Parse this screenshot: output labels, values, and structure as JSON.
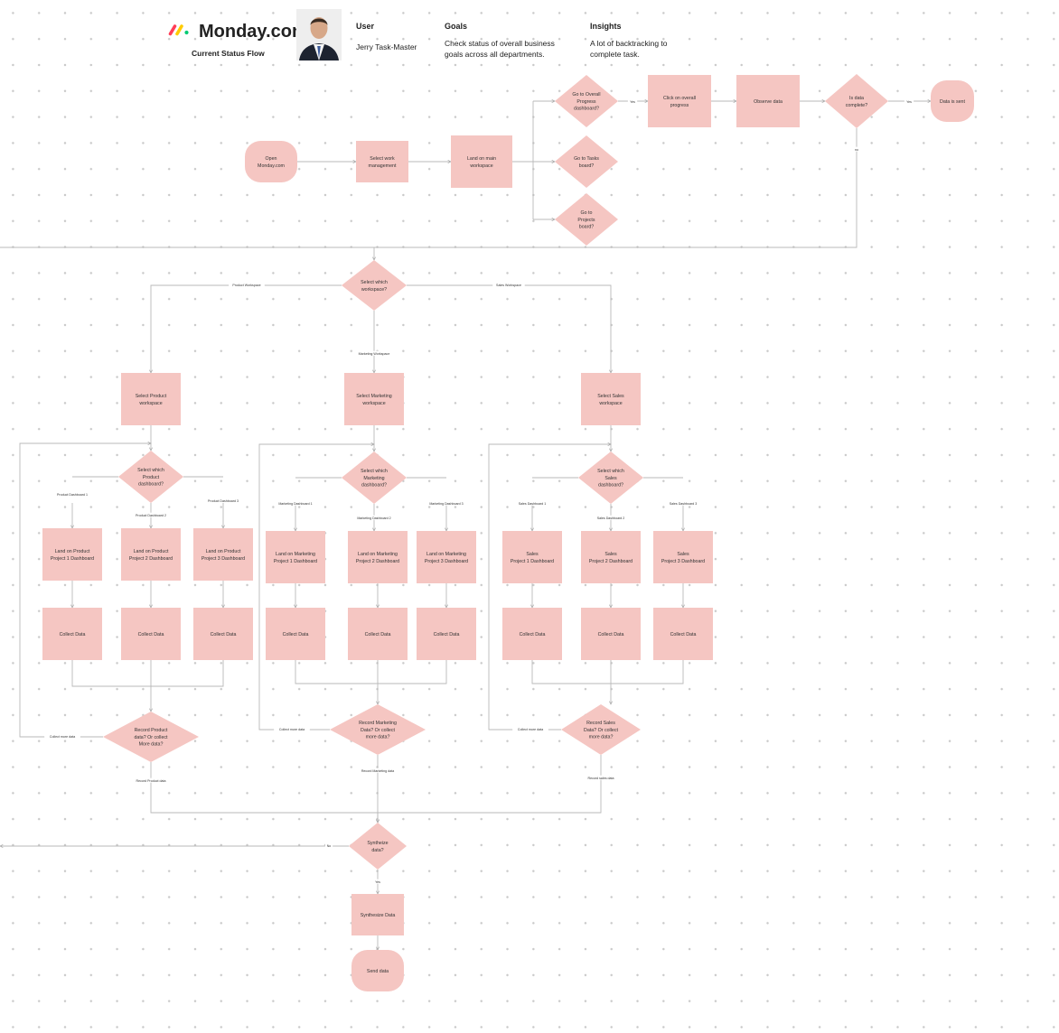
{
  "header": {
    "brand": "Monday.com",
    "subtitle": "Current Status Flow",
    "user_label": "User",
    "user_name": "Jerry Task-Master",
    "goals_label": "Goals",
    "goals_text": "Check status of overall business goals across all departments.",
    "insights_label": "Insights",
    "insights_text": "A lot of backtracking to complete task."
  },
  "colors": {
    "node_fill": "#f5c6c2",
    "connector": "#b9b9b9",
    "logo": [
      "#ff3d57",
      "#ffcb00",
      "#00ca72"
    ]
  },
  "icons": {
    "avatar": "user-photo",
    "logo": "monday-logo-icon"
  },
  "nodes": [
    {
      "id": "open",
      "shape": "rounded",
      "lines": [
        "Open",
        "Monday.com"
      ]
    },
    {
      "id": "select_work",
      "shape": "rect",
      "lines": [
        "Select work",
        "management"
      ]
    },
    {
      "id": "land_main",
      "shape": "rect",
      "lines": [
        "Land on main",
        "workspace"
      ]
    },
    {
      "id": "go_overall",
      "shape": "diamond",
      "lines": [
        "Go to Overall",
        "Progress",
        "dashboard?"
      ]
    },
    {
      "id": "go_tasks",
      "shape": "diamond",
      "lines": [
        "Go to Tasks",
        "board?"
      ]
    },
    {
      "id": "go_projects",
      "shape": "diamond",
      "lines": [
        "Go to",
        "Projects",
        "board?"
      ]
    },
    {
      "id": "click_overall",
      "shape": "rect",
      "lines": [
        "Click  on overall",
        "progress"
      ]
    },
    {
      "id": "observe",
      "shape": "rect",
      "lines": [
        "Observe data"
      ]
    },
    {
      "id": "data_complete",
      "shape": "diamond",
      "lines": [
        "Is data",
        "complete?"
      ]
    },
    {
      "id": "data_sent",
      "shape": "rounded",
      "lines": [
        "Data is sent"
      ]
    },
    {
      "id": "select_ws",
      "shape": "diamond",
      "lines": [
        "Select which",
        "workspace?"
      ]
    },
    {
      "id": "sel_product",
      "shape": "rect",
      "lines": [
        "Select Product",
        "workspace"
      ]
    },
    {
      "id": "sel_marketing",
      "shape": "rect",
      "lines": [
        "Select Marketing",
        "workspace"
      ]
    },
    {
      "id": "sel_sales",
      "shape": "rect",
      "lines": [
        "Select Sales",
        "workspace"
      ]
    },
    {
      "id": "prod_dash",
      "shape": "diamond",
      "lines": [
        "Select which",
        "Product",
        "dashboard?"
      ]
    },
    {
      "id": "mkt_dash",
      "shape": "diamond",
      "lines": [
        "Select which",
        "Marketing",
        "dashboard?"
      ]
    },
    {
      "id": "sales_dash",
      "shape": "diamond",
      "lines": [
        "Select which",
        "Sales",
        "dashboard?"
      ]
    },
    {
      "id": "p1",
      "shape": "rect",
      "lines": [
        "Land on Product",
        "Project 1 Dashboard"
      ]
    },
    {
      "id": "p2",
      "shape": "rect",
      "lines": [
        "Land on Product",
        "Project 2 Dashboard"
      ]
    },
    {
      "id": "p3",
      "shape": "rect",
      "lines": [
        "Land on Product",
        "Project 3 Dashboard"
      ]
    },
    {
      "id": "m1",
      "shape": "rect",
      "lines": [
        "Land on Marketing",
        "Project 1 Dashboard"
      ]
    },
    {
      "id": "m2",
      "shape": "rect",
      "lines": [
        "Land on Marketing",
        "Project 2 Dashboard"
      ]
    },
    {
      "id": "m3",
      "shape": "rect",
      "lines": [
        "Land on Marketing",
        "Project 3 Dashboard"
      ]
    },
    {
      "id": "s1",
      "shape": "rect",
      "lines": [
        "Sales",
        "Project 1 Dashboard"
      ]
    },
    {
      "id": "s2",
      "shape": "rect",
      "lines": [
        "Sales",
        "Project 2 Dashboard"
      ]
    },
    {
      "id": "s3",
      "shape": "rect",
      "lines": [
        "Sales",
        "Project 3 Dashboard"
      ]
    },
    {
      "id": "pc1",
      "shape": "rect",
      "lines": [
        "Collect  Data"
      ]
    },
    {
      "id": "pc2",
      "shape": "rect",
      "lines": [
        "Collect Data"
      ]
    },
    {
      "id": "pc3",
      "shape": "rect",
      "lines": [
        "Collect Data"
      ]
    },
    {
      "id": "mc1",
      "shape": "rect",
      "lines": [
        "Collect Data"
      ]
    },
    {
      "id": "mc2",
      "shape": "rect",
      "lines": [
        "Collect Data"
      ]
    },
    {
      "id": "mc3",
      "shape": "rect",
      "lines": [
        "Collect Data"
      ]
    },
    {
      "id": "sc1",
      "shape": "rect",
      "lines": [
        "Collect Data"
      ]
    },
    {
      "id": "sc2",
      "shape": "rect",
      "lines": [
        "Collect Data"
      ]
    },
    {
      "id": "sc3",
      "shape": "rect",
      "lines": [
        "Collect Data"
      ]
    },
    {
      "id": "rec_prod",
      "shape": "diamond",
      "lines": [
        "Record Product",
        "data? Or collect",
        "More data?"
      ]
    },
    {
      "id": "rec_mkt",
      "shape": "diamond",
      "lines": [
        "Record Marketing",
        "Data? Or collect",
        "more data?"
      ]
    },
    {
      "id": "rec_sales",
      "shape": "diamond",
      "lines": [
        "Record Sales",
        "Data? Or collect",
        "more data?"
      ]
    },
    {
      "id": "synth_q",
      "shape": "diamond",
      "lines": [
        "Syntheize",
        "data?"
      ]
    },
    {
      "id": "synth",
      "shape": "rect",
      "lines": [
        "Synthesize Data"
      ]
    },
    {
      "id": "send",
      "shape": "rounded",
      "lines": [
        "Send data"
      ]
    }
  ],
  "edge_labels": {
    "yes_overall": "Yes",
    "yes_complete": "Yes",
    "no_complete": "no",
    "product_ws": "Product Workspace",
    "sales_ws": "Sales Workspace",
    "marketing_ws": "Marketing Workspace",
    "pd1": "Product Dashboard 1",
    "pd2": "Product Dashboard 2",
    "pd3": "Product Dashboard 3",
    "md1": "Marketing Dashboard 1",
    "md2": "Marketing Dashboard 2",
    "md3": "Marketing Dashboard 3",
    "sd1": "Sales Dashboard 1",
    "sd2": "Sales Dashboard 2",
    "sd3": "Sales Dashboard 3",
    "collect_more_prod": "Collect more data",
    "collect_more_mkt": "Collect more data",
    "collect_more_sales": "Collect more data",
    "record_prod": "Record  Product data",
    "record_mkt": "Record Marketing data",
    "record_sales": "Record sales data",
    "synth_no": "No",
    "synth_yes": "Yes"
  }
}
